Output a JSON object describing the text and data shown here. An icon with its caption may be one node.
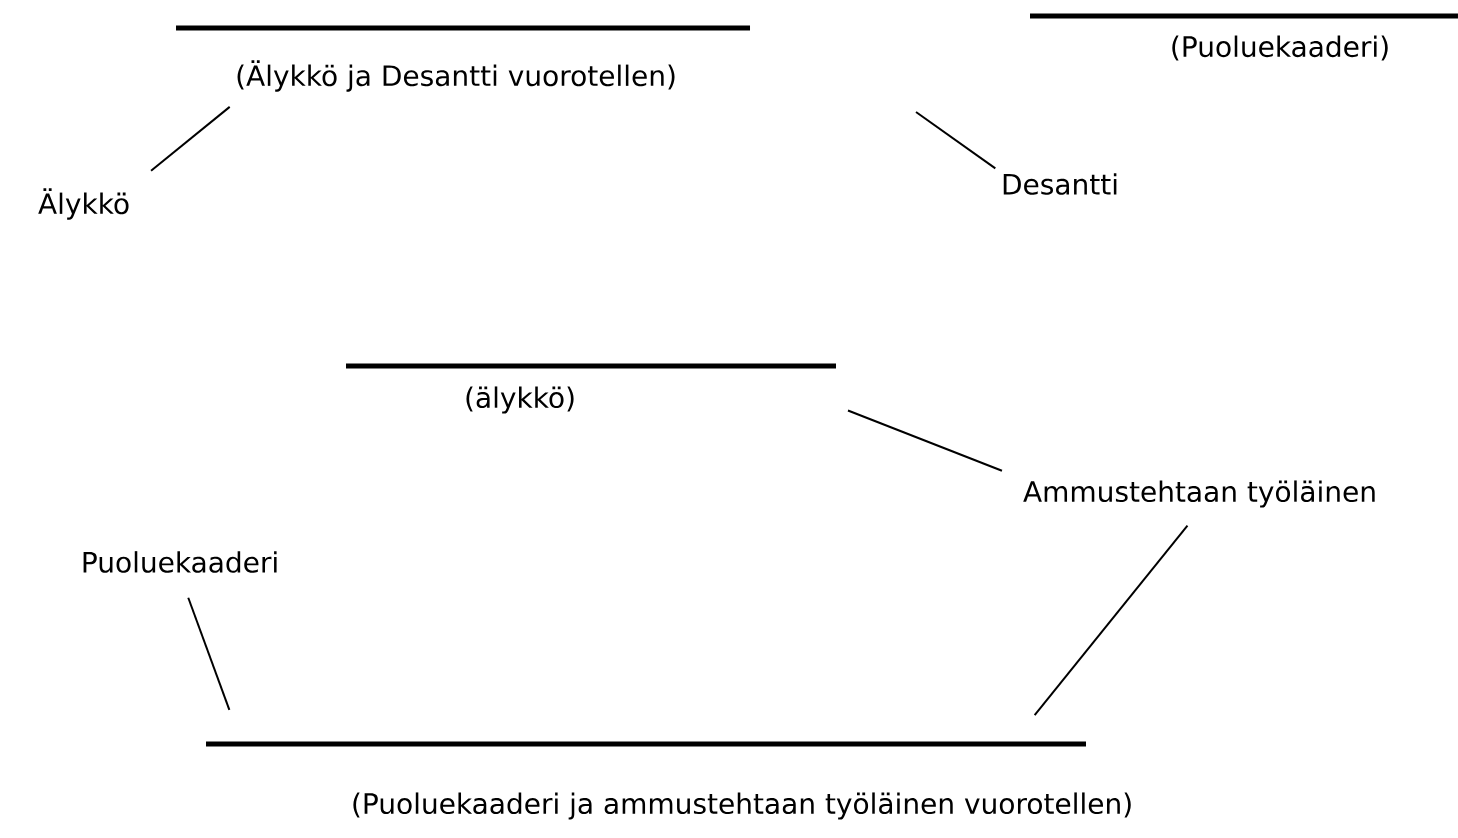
{
  "diagram": {
    "nodes": [
      {
        "text": [
          "(Älykkö ja Desantti vuorotellen)"
        ]
      },
      {
        "text": [
          "(Puoluekaaderi)"
        ]
      },
      {
        "text": [
          "Älykkö"
        ]
      },
      {
        "text": [
          "Desantti"
        ]
      },
      {
        "text": [
          "(älykkö)"
        ]
      },
      {
        "text": [
          "Ammustehtaan työläinen"
        ]
      },
      {
        "text": [
          "Puoluekaaderi"
        ]
      },
      {
        "text": [
          "(Puoluekaaderi ja ammustehtaan työläinen vuorotellen)"
        ]
      }
    ],
    "edges": [
      {
        "from": 2,
        "to": 0,
        "arrow": "none"
      },
      {
        "from": null,
        "to": 3,
        "arrow": "none"
      },
      {
        "from": 4,
        "to": 5,
        "arrow": "none"
      },
      {
        "from": 6,
        "to": 7,
        "arrow": "none"
      },
      {
        "from": 5,
        "to": 7,
        "arrow": "none"
      }
    ]
  }
}
